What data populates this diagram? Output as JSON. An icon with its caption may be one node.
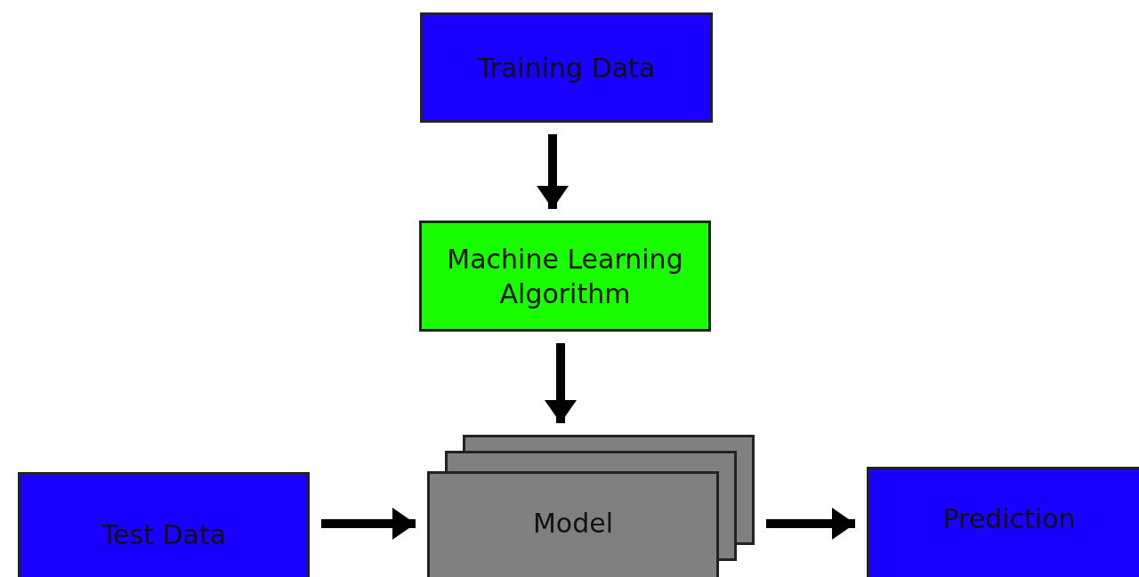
{
  "diagram": {
    "nodes": [
      {
        "text": [
          "Training Data"
        ]
      },
      {
        "text": [
          "Machine Learning Algorithm"
        ]
      },
      {
        "text": [
          "Model"
        ]
      },
      {
        "text": [
          "Test Data"
        ]
      },
      {
        "text": [
          "Prediction"
        ]
      }
    ],
    "edges": [
      {
        "from": 0,
        "to": 1,
        "arrow": "to"
      },
      {
        "from": 1,
        "to": 2,
        "arrow": "to"
      },
      {
        "from": 3,
        "to": 2,
        "arrow": "to"
      },
      {
        "from": 2,
        "to": 4,
        "arrow": "to"
      }
    ]
  }
}
